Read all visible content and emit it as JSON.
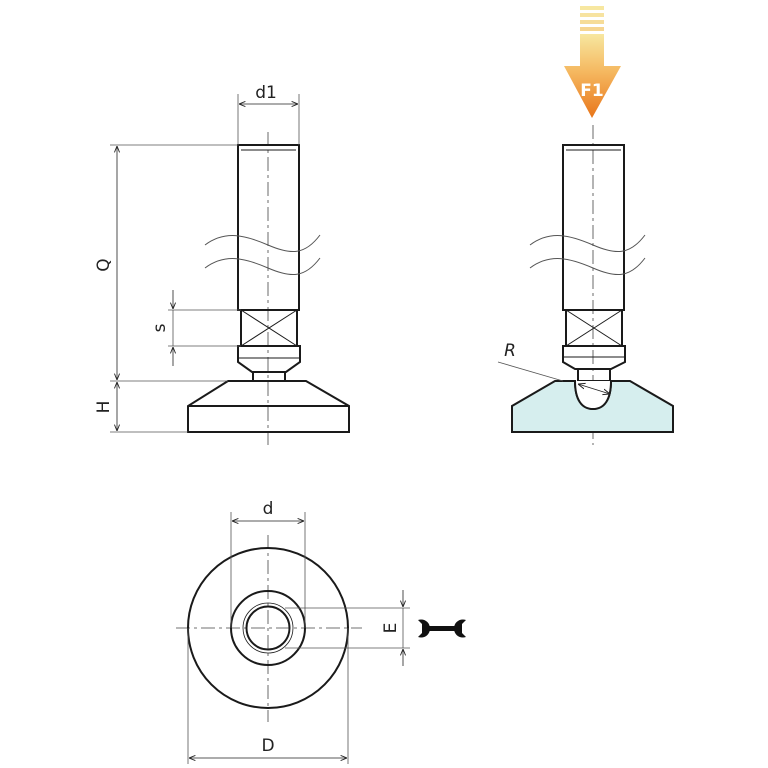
{
  "labels": {
    "d1": "d1",
    "Q": "Q",
    "s": "s",
    "H": "H",
    "R": "R",
    "F1": "F1",
    "d": "d",
    "E": "E",
    "D": "D"
  },
  "colors": {
    "line": "#1a1a1a",
    "dim": "#555555",
    "base_fill": "#d6eeee",
    "arrow_orange": "#f08a24",
    "arrow_light": "#f7e7a0"
  },
  "icons": [
    "force-arrow-icon",
    "wrench-icon"
  ]
}
